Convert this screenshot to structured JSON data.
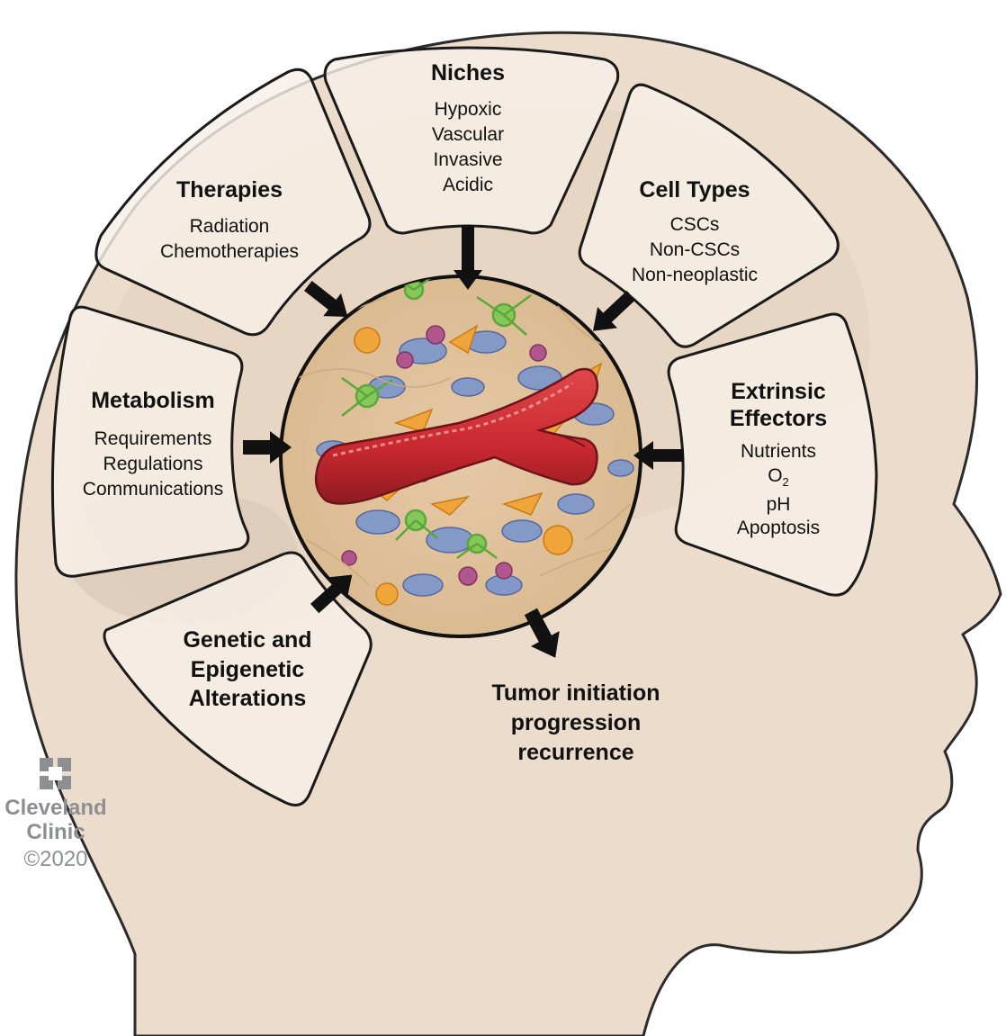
{
  "segments": {
    "niches": {
      "title": "Niches",
      "items": [
        "Hypoxic",
        "Vascular",
        "Invasive",
        "Acidic"
      ]
    },
    "therapies": {
      "title": "Therapies",
      "items": [
        "Radiation",
        "Chemotherapies"
      ]
    },
    "cell_types": {
      "title": "Cell Types",
      "items": [
        "CSCs",
        "Non-CSCs",
        "Non-neoplastic"
      ]
    },
    "metabolism": {
      "title": "Metabolism",
      "items": [
        "Requirements",
        "Regulations",
        "Communications"
      ]
    },
    "extrinsic": {
      "title_line1": "Extrinsic",
      "title_line2": "Effectors",
      "items": [
        "Nutrients",
        "O",
        "2",
        "pH",
        "Apoptosis"
      ]
    },
    "genetic": {
      "title_line1": "Genetic and",
      "title_line2": "Epigenetic",
      "title_line3": "Alterations"
    }
  },
  "outcome": {
    "line1": "Tumor initiation",
    "line2": "progression",
    "line3": "recurrence"
  },
  "brand": {
    "name_line1": "Cleveland",
    "name_line2": "Clinic",
    "copyright": "©2020",
    "logo_icon": "cleveland-clinic-cross-icon"
  },
  "colors": {
    "skin": "#ecdccb",
    "skin_outline": "#2b2b2b",
    "panel_fill": "#f7efe8",
    "vessel": "#c8282f",
    "vessel_dark": "#8e1b22",
    "arrow": "#111111",
    "brand_gray": "#8d8f93"
  }
}
